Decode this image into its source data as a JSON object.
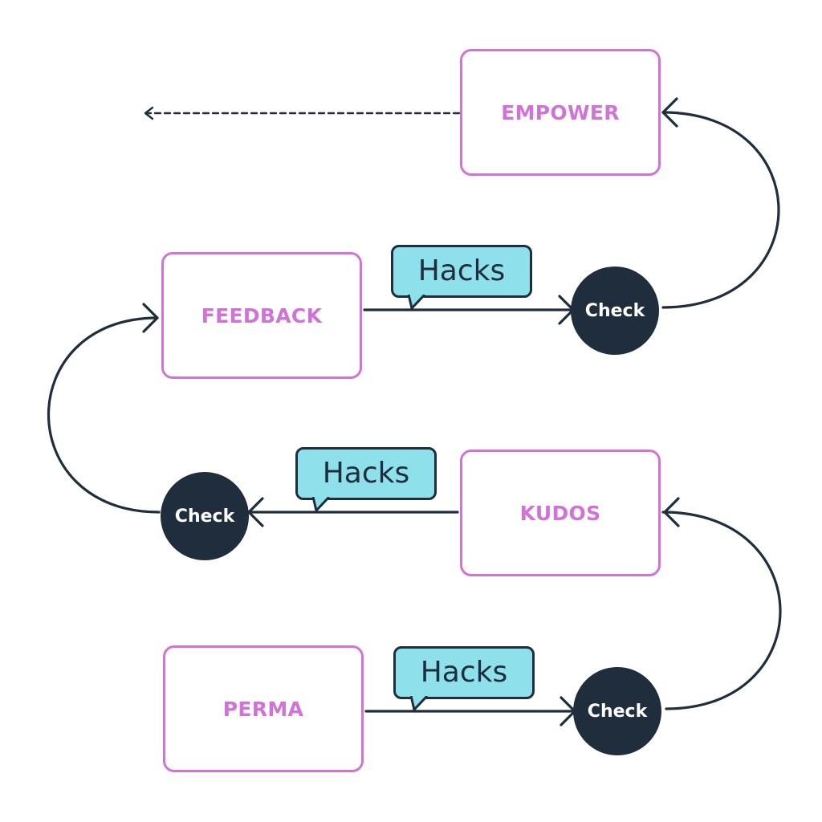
{
  "diagram": {
    "stages": [
      {
        "id": "perma",
        "label": "PERMA"
      },
      {
        "id": "kudos",
        "label": "KUDOS"
      },
      {
        "id": "feedback",
        "label": "FEEDBACK"
      },
      {
        "id": "empower",
        "label": "EMPOWER"
      }
    ],
    "checks": [
      {
        "label": "Check"
      },
      {
        "label": "Check"
      },
      {
        "label": "Check"
      }
    ],
    "bubbles": [
      {
        "label": "Hacks"
      },
      {
        "label": "Hacks"
      },
      {
        "label": "Hacks"
      }
    ],
    "colors": {
      "stage_border": "#d173d6",
      "stage_text": "#d173d6",
      "check_fill": "#1f2d3c",
      "bubble_fill": "#8ee0ea",
      "line": "#1f2d3c"
    }
  }
}
